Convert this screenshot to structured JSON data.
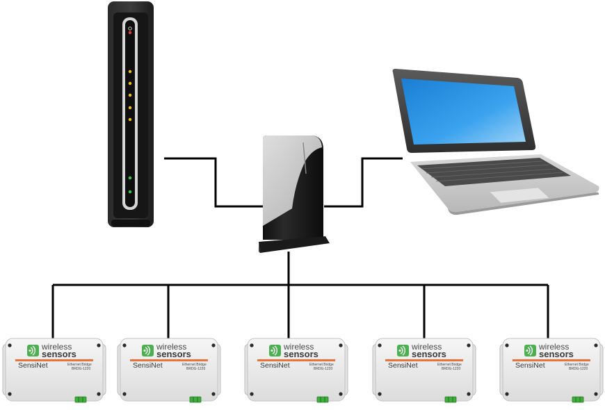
{
  "nodes": {
    "sensors": [
      {
        "brand_top": "wireless",
        "brand_bottom": "sensors",
        "product": "SensiNet",
        "device": "Ethernet Bridge",
        "model": "BRDG-1220"
      },
      {
        "brand_top": "wireless",
        "brand_bottom": "sensors",
        "product": "SensiNet",
        "device": "Ethernet Bridge",
        "model": "BRDG-1220"
      },
      {
        "brand_top": "wireless",
        "brand_bottom": "sensors",
        "product": "SensiNet",
        "device": "Ethernet Bridge",
        "model": "BRDG-1220"
      },
      {
        "brand_top": "wireless",
        "brand_bottom": "sensors",
        "product": "SensiNet",
        "device": "Ethernet Bridge",
        "model": "BRDG-1220"
      },
      {
        "brand_top": "wireless",
        "brand_bottom": "sensors",
        "product": "SensiNet",
        "device": "Ethernet Bridge",
        "model": "BRDG-1220"
      }
    ]
  },
  "colors": {
    "line": "#000000",
    "sensor_accent": "#e8743b",
    "logo_green": "#4caf50",
    "laptop_screen": "#1e88d8",
    "led_amber": "#f2c200",
    "led_green": "#2ecc40",
    "led_red": "#e53935"
  },
  "icons": [
    "modem-icon",
    "router-icon",
    "laptop-icon",
    "sensor-bridge-icon"
  ]
}
